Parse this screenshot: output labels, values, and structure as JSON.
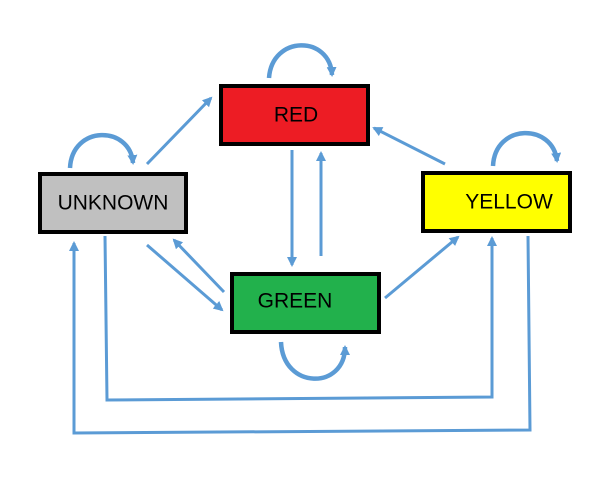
{
  "diagram": {
    "type": "state-transition",
    "arrow_color": "#5b9bd5",
    "states": {
      "red": {
        "label": "RED",
        "fill": "#ed1c24"
      },
      "unknown": {
        "label": "UNKNOWN",
        "fill": "#c0c0c0"
      },
      "yellow": {
        "label": "YELLOW",
        "fill": "#ffff00"
      },
      "green": {
        "label": "GREEN",
        "fill": "#22b14c"
      }
    },
    "transitions": [
      {
        "from": "RED",
        "to": "RED"
      },
      {
        "from": "UNKNOWN",
        "to": "UNKNOWN"
      },
      {
        "from": "YELLOW",
        "to": "YELLOW"
      },
      {
        "from": "GREEN",
        "to": "GREEN"
      },
      {
        "from": "UNKNOWN",
        "to": "RED"
      },
      {
        "from": "YELLOW",
        "to": "RED"
      },
      {
        "from": "RED",
        "to": "GREEN"
      },
      {
        "from": "GREEN",
        "to": "RED"
      },
      {
        "from": "UNKNOWN",
        "to": "GREEN"
      },
      {
        "from": "GREEN",
        "to": "UNKNOWN"
      },
      {
        "from": "GREEN",
        "to": "YELLOW"
      },
      {
        "from": "UNKNOWN",
        "to": "YELLOW"
      },
      {
        "from": "YELLOW",
        "to": "UNKNOWN"
      }
    ]
  }
}
